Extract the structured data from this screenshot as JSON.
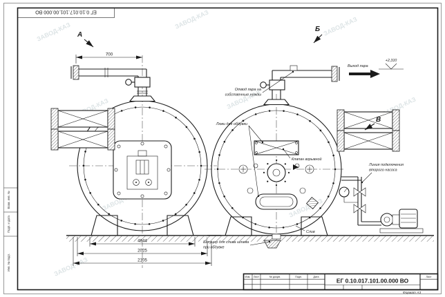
{
  "sheet": {
    "doc_number": "ЕГ 0.10.017.101.00.000  ВО",
    "format_note": "Формат А3",
    "watermark": "ЗАВОД-КАЗ"
  },
  "title_block": {
    "headers": {
      "izm": "Изм.",
      "list": "Лист",
      "doc": "№ докум.",
      "sign": "Подп.",
      "date": "Дата"
    },
    "sheet_label": "Лист"
  },
  "margin_stamp": {
    "cell1": "Инв. № подл.",
    "cell2": "Подп. и дата",
    "cell3": "Взам. инв. №"
  },
  "views": {
    "a": "А",
    "b": "Б",
    "v": "В"
  },
  "annotations": {
    "steam_outlet": "Выход пара",
    "elevation": "+2,310",
    "own_needs_1": "Отвод пара на",
    "own_needs_2": "собственные нужды",
    "blow_hatches": "Люки для обдувки",
    "explosion_valve": "Клапан взрывной",
    "pump_line_1": "Линия подключения",
    "pump_line_2": "второго насоса",
    "sludge_1": "Штуцер для слива шлама",
    "sludge_2": "при обдувке",
    "drain": "Слив"
  },
  "dimensions": {
    "pipe_offset": "700",
    "support_span": "4944",
    "shell_width": "2025",
    "overall_width": "2105"
  }
}
